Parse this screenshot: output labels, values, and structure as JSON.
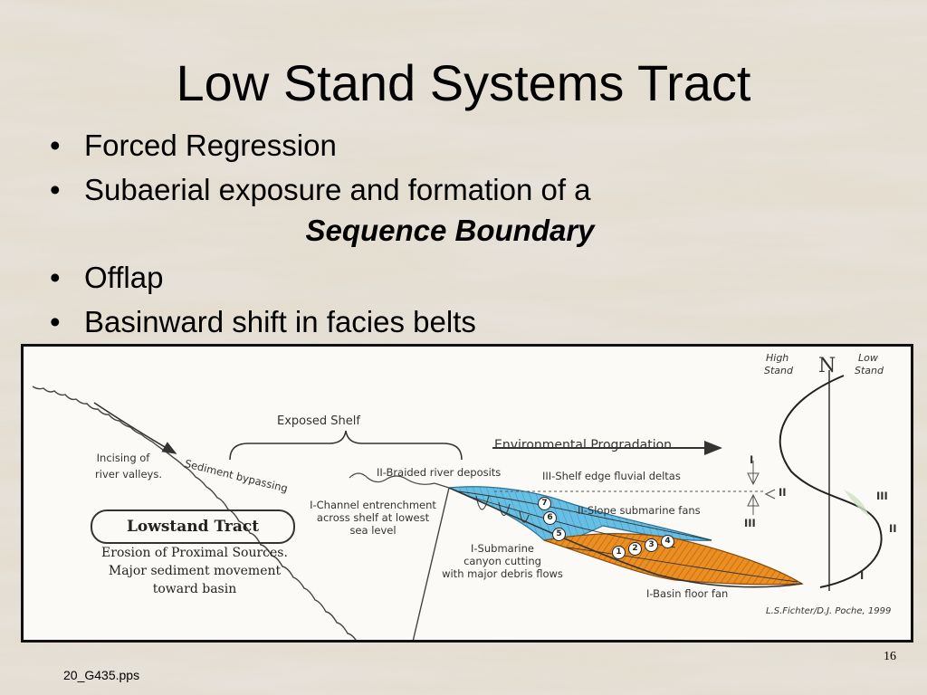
{
  "slide": {
    "title": "Low Stand Systems Tract",
    "bullets": [
      {
        "marker": "•",
        "text": "Forced Regression"
      },
      {
        "marker": "•",
        "text": "Subaerial exposure and formation of a"
      },
      {
        "marker": "•",
        "text": "Offlap"
      },
      {
        "marker": "•",
        "text": "Basinward shift in facies belts"
      }
    ],
    "bullet_continuation": "Sequence Boundary",
    "page_number": "16",
    "footer": "20_G435.pps"
  },
  "diagram": {
    "labels": {
      "exposed_shelf": "Exposed Shelf",
      "environmental_progradation": "Environmental Progradation",
      "incising_line1": "Incising of",
      "incising_line2": "river valleys.",
      "sediment_bypassing": "Sediment bypassing",
      "braided_river": "II-Braided river deposits",
      "shelf_edge_deltas": "III-Shelf edge fluvial deltas",
      "channel_line1": "I-Channel entrenchment",
      "channel_line2": "across shelf at lowest",
      "channel_line3": "sea level",
      "slope_fans": "II-Slope submarine fans",
      "submarine_line1": "I-Submarine",
      "submarine_line2": "canyon cutting",
      "submarine_line3": "with major debris flows",
      "basin_floor_fan": "I-Basin floor fan",
      "credit": "L.S.Fichter/D.J. Poche, 1999",
      "high_stand_line1": "High",
      "high_stand_line2": "Stand",
      "low_stand_line1": "Low",
      "low_stand_line2": "Stand",
      "n": "N",
      "roman_I_top": "I",
      "roman_II_mid": "II",
      "roman_III_mid": "III",
      "roman_III_right": "III",
      "roman_II_right": "II",
      "roman_I_bottom": "I"
    },
    "lowstand_box": {
      "title": "Lowstand Tract",
      "desc_line1": "Erosion of Proximal Sources.",
      "desc_line2": "Major sediment movement",
      "desc_line3": "toward basin"
    },
    "fan_numbers": [
      "1",
      "2",
      "3",
      "4",
      "5",
      "6",
      "7"
    ],
    "colors": {
      "slope_fan": "#5fb8e0",
      "basin_fan": "#e8891e",
      "line": "#333333",
      "frame": "#111111"
    }
  }
}
